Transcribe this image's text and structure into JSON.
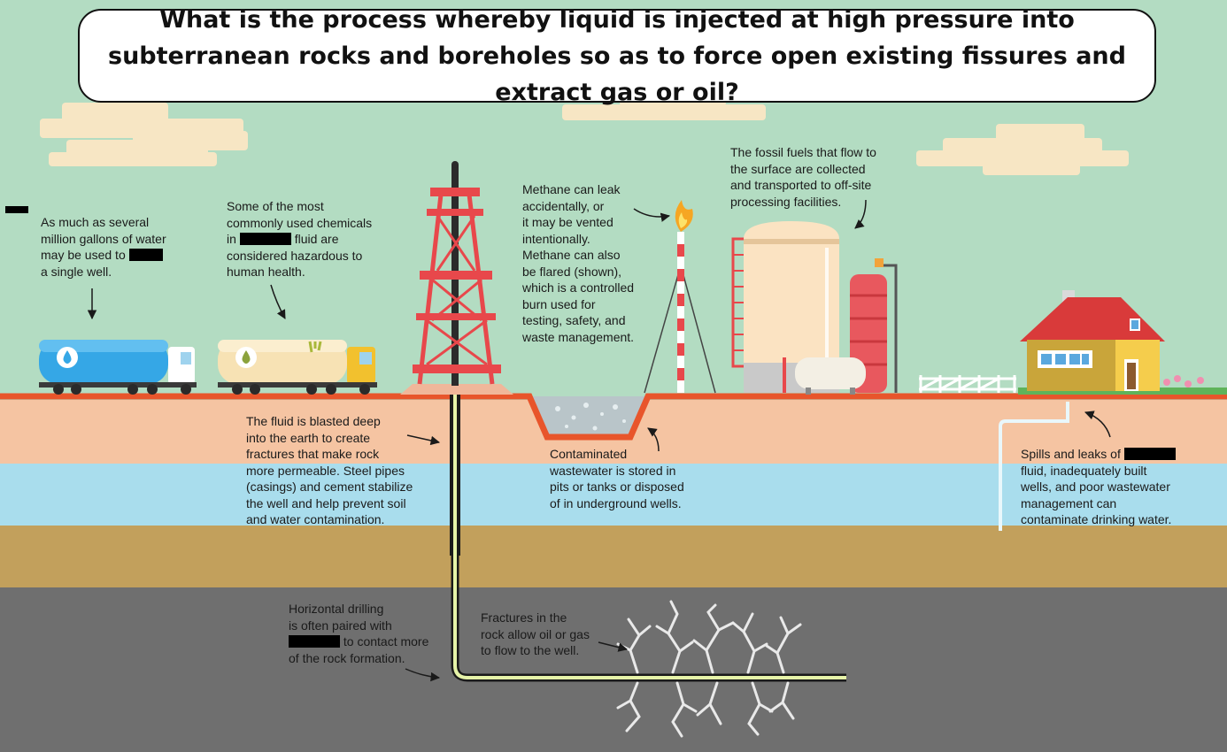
{
  "question": "What is the process whereby liquid is injected at high pressure into subterranean rocks and boreholes so as to force open existing fissures and extract gas or oil?",
  "notes": {
    "water": {
      "l1": "As much as several",
      "l2": "million gallons of water",
      "l3": "may be used to",
      "l4": "a single well."
    },
    "chemicals": {
      "l1": "Some of the most",
      "l2": "commonly used chemicals",
      "l3_pre": "in",
      "l3_post": "fluid are",
      "l4": "considered hazardous to",
      "l5": "human health."
    },
    "methane": {
      "l1": "Methane can leak",
      "l2": "accidentally, or",
      "l3": "it may be vented",
      "l4": "intentionally.",
      "l5": "Methane can also",
      "l6": "be flared (shown),",
      "l7": "which is a controlled",
      "l8": "burn used for",
      "l9": "testing, safety, and",
      "l10": "waste management."
    },
    "fossil": {
      "l1": "The fossil fuels that flow to",
      "l2": "the surface are collected",
      "l3": "and transported to off-site",
      "l4": "processing facilities."
    },
    "fluid": {
      "l1": "The fluid is blasted deep",
      "l2": "into the earth to create",
      "l3": "fractures that make rock",
      "l4": "more permeable. Steel pipes",
      "l5": "(casings) and cement stabilize",
      "l6": "the well and help prevent soil",
      "l7": "and water contamination."
    },
    "wastewater": {
      "l1": "Contaminated",
      "l2": "wastewater is stored in",
      "l3": "pits or tanks or disposed",
      "l4": "of in underground wells."
    },
    "spills": {
      "l1_pre": "Spills and leaks of",
      "l2": "fluid, inadequately built",
      "l3": "wells, and poor wastewater",
      "l4": "management can",
      "l5": "contaminate drinking water."
    },
    "horizontal": {
      "l1": "Horizontal drilling",
      "l2": "is often paired with",
      "l3_post": "to contact more",
      "l4": "of the rock formation."
    },
    "fractures": {
      "l1": "Fractures in the",
      "l2": "rock allow oil or gas",
      "l3": "to flow to the well."
    }
  },
  "colors": {
    "sky": "#b3dcc2",
    "ground_line": "#e8552b",
    "soil": "#f5c4a2",
    "aquifer": "#a9dded",
    "sand": "#c2a05c",
    "rock": "#6f6f6f",
    "crack": "#e9e9e9",
    "pipe": "#e6f3a8"
  }
}
